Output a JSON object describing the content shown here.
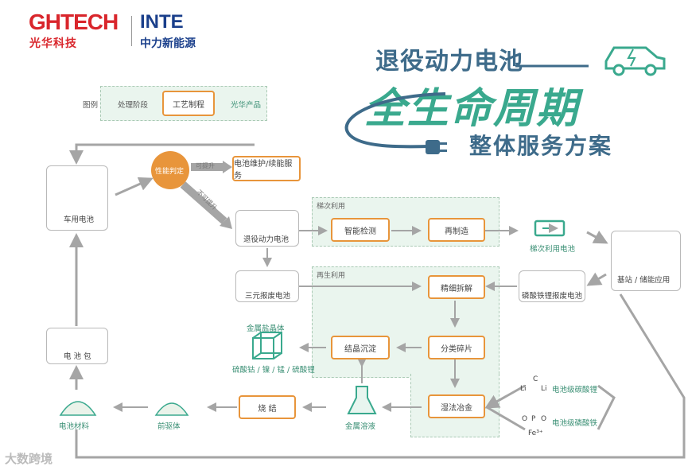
{
  "logos": {
    "ghtech": "GHTECH",
    "ghtech_cn": "光华科技",
    "inte": "INTE",
    "inte_cn": "中力新能源"
  },
  "title": {
    "line1": "退役动力电池",
    "line2": "全生命周期",
    "line3": "整体服务方案"
  },
  "legend": {
    "label": "图例",
    "stage": "处理阶段",
    "process": "工艺制程",
    "product": "光华产品"
  },
  "zones": {
    "cascade": "梯次利用",
    "recycle": "再生利用"
  },
  "nodes": {
    "vehicle_battery": "车用电池",
    "performance_judge": "性能判定",
    "upgradable": "可提升",
    "maintenance": "电池维护/续能服务",
    "not_upgradable": "不可提升",
    "retired_battery": "退役动力电池",
    "smart_test": "智能检测",
    "remanufacture": "再制造",
    "cascade_battery": "梯次利用电池",
    "base_station": "基站 / 储能应用",
    "ternary_scrap": "三元报废电池",
    "lfp_scrap": "磷酸铁锂报废电池",
    "fine_dismantle": "精细拆解",
    "sort_crush": "分类碎片",
    "wet_metallurgy": "湿法冶金",
    "crystallize": "结晶沉淀",
    "metal_salt_crystal": "金属盐晶体",
    "metal_salts": "硫酸钴 / 镍 / 锰 / 硫酸锂",
    "metal_solution": "金属溶液",
    "sinter": "烧 结",
    "precursor": "前驱体",
    "battery_material": "电池材料",
    "battery_pack": "电 池 包",
    "li_carbonate": "电池级碳酸锂",
    "fe_phosphate": "电池级磷酸铁"
  },
  "chem": {
    "li1": "Li",
    "li2": "Li",
    "c": "C",
    "o1": "O",
    "o2": "O",
    "p": "P",
    "fe": "Fe³⁺"
  },
  "watermark": "大数跨境",
  "colors": {
    "orange": "#e8953b",
    "green": "#3aa98e",
    "blue": "#3e6b8a",
    "gray": "#a5a5a5",
    "zone": "#eaf5ee"
  },
  "icons": [
    "car-icon",
    "battery-icon",
    "broken-battery-icon",
    "recycle-battery-icon",
    "base-station-icon",
    "crystal-lattice-icon",
    "flask-icon",
    "powder-pile-icon",
    "battery-pack-icon",
    "electric-car-icon",
    "plug-icon"
  ]
}
